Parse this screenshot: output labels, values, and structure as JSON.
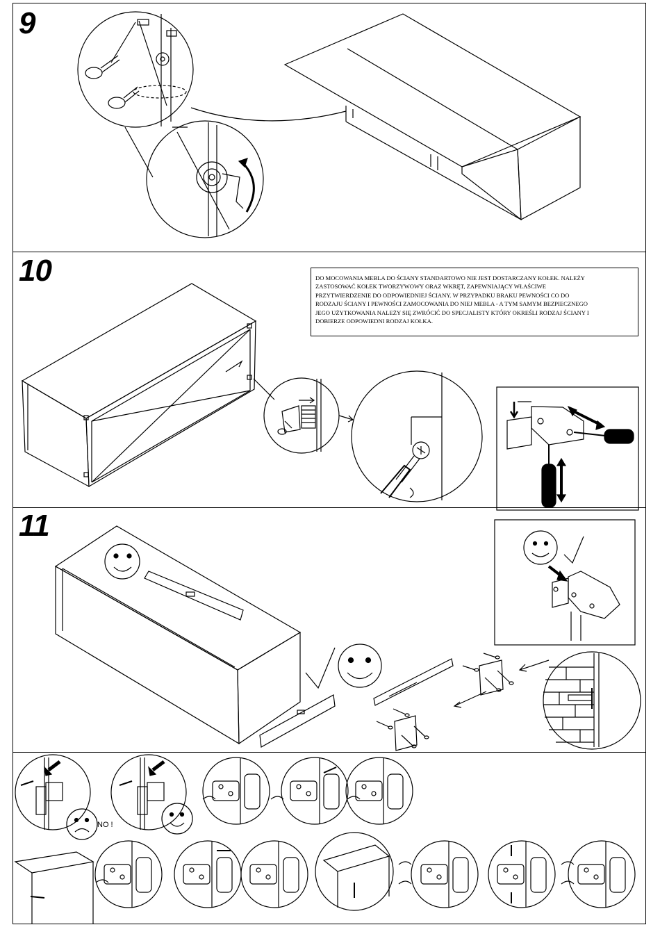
{
  "steps": [
    {
      "number": "9"
    },
    {
      "number": "10"
    },
    {
      "number": "11"
    }
  ],
  "notice": {
    "lines": [
      "DO MOCOWANIA MEBLA DO ŚCIANY STANDARTOWO NIE JEST DOSTARCZANY KOŁEK. NALEŻY",
      "ZASTOSOWAĆ KOŁEK TWORZYWOWY ORAZ WKRĘT, ZAPEWNIAJĄCY WŁAŚCIWE",
      "PRZYTWIERDZENIE DO ODPOWIEDNIEJ ŚCIANY. W PRZYPADKU BRAKU PEWNOŚCI CO DO",
      "RODZAJU ŚCIANY I PEWNOŚCI ZAMOCOWANIA DO NIEJ MEBLA - A TYM SAMYM  BEZPIECZNEGO",
      "JEGO UŻYTKOWANIA  NALEŻY SIĘ ZWRÓCIĆ DO SPECJALISTY KTÓRY OKREŚLI RODZAJ ŚCIANY I",
      "DOBIERZE ODPOWIEDNI RODZAJ KOŁKA."
    ]
  },
  "hinge_wrong_label": "NO !"
}
